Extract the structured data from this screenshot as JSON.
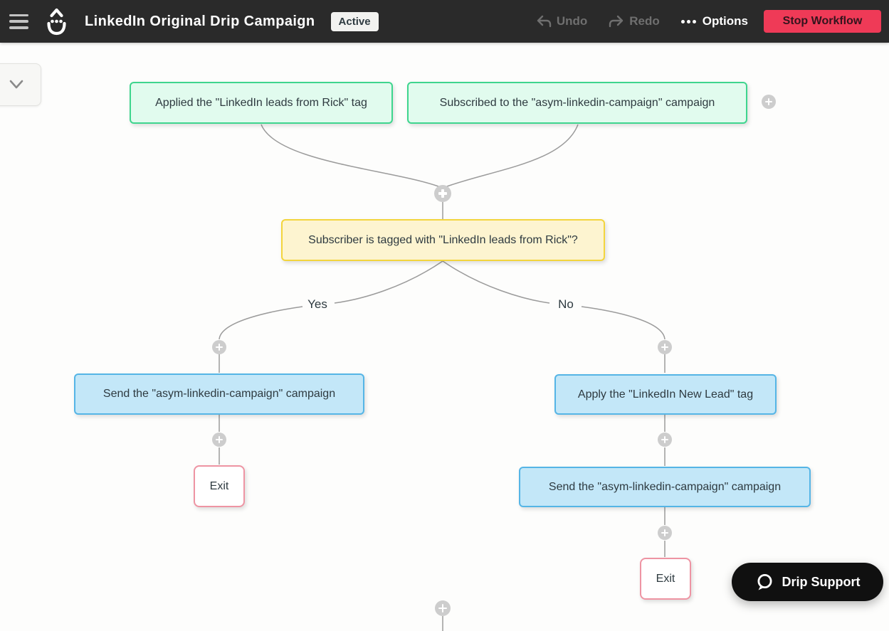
{
  "header": {
    "title": "LinkedIn Original Drip Campaign",
    "status_badge": "Active",
    "undo": "Undo",
    "redo": "Redo",
    "options": "Options",
    "stop_workflow": "Stop Workflow"
  },
  "canvas": {
    "triggers": [
      {
        "label": "Applied the \"LinkedIn leads from Rick\" tag"
      },
      {
        "label": "Subscribed to the \"asym-linkedin-campaign\" campaign"
      }
    ],
    "decision": {
      "label": "Subscriber is tagged with \"LinkedIn leads from Rick\"?"
    },
    "branches": {
      "yes_label": "Yes",
      "no_label": "No"
    },
    "yes_branch": {
      "action": "Send the \"asym-linkedin-campaign\" campaign",
      "exit_label": "Exit"
    },
    "no_branch": {
      "action_tag": "Apply the \"LinkedIn New Lead\" tag",
      "action_campaign": "Send the \"asym-linkedin-campaign\" campaign",
      "exit_label": "Exit"
    }
  },
  "support": {
    "label": "Drip Support"
  },
  "icons": {
    "hamburger": "menu-icon",
    "logo": "drip-logo",
    "undo": "undo-arrow-icon",
    "redo": "redo-arrow-icon",
    "options": "ellipsis-icon",
    "chevron": "chevron-down-icon",
    "plus": "plus-icon",
    "chat": "chat-bubble-icon"
  },
  "colors": {
    "header_bg": "#2a2a2a",
    "stop_button_bg": "#ef3a57",
    "trigger_border": "#3ed58e",
    "trigger_fill": "#e1fbee",
    "decision_border": "#f3d53d",
    "decision_fill": "#fdf4d0",
    "action_border": "#55b5e6",
    "action_fill": "#c3e7f8",
    "exit_border": "#ee94a3",
    "connector_line": "#9b9b9b",
    "plus_button": "#cdcdcd"
  }
}
